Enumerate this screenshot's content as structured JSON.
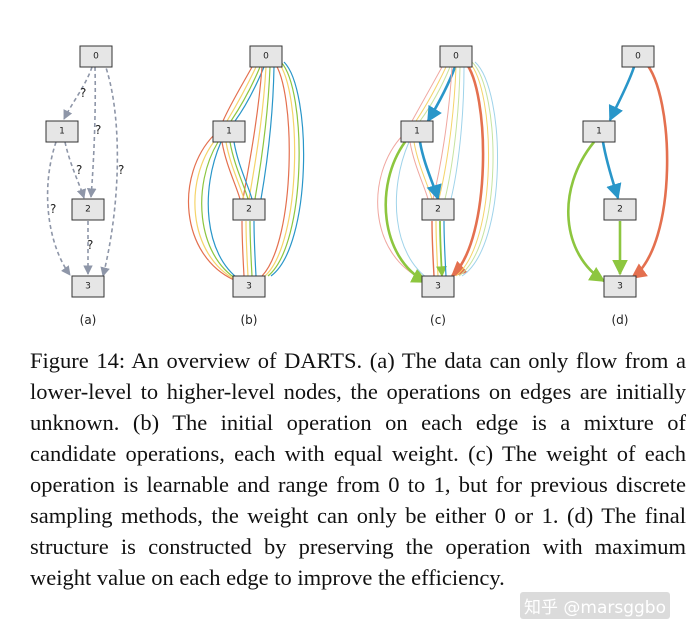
{
  "figure": {
    "node_labels": [
      "0",
      "1",
      "2",
      "3"
    ],
    "question_mark": "?",
    "panels": [
      {
        "id": "a",
        "label": "(a)"
      },
      {
        "id": "b",
        "label": "(b)"
      },
      {
        "id": "c",
        "label": "(c)"
      },
      {
        "id": "d",
        "label": "(d)"
      }
    ],
    "colors": {
      "unknown": "#8e96a8",
      "op_red": "#e4704f",
      "op_green": "#8dc63f",
      "op_blue": "#2996c9",
      "op_pink": "#f0a7a0",
      "op_yellow": "#f5d46a",
      "op_lightblue": "#9fd3ea"
    }
  },
  "caption": {
    "text": "Figure 14: An overview of DARTS. (a) The data can only flow from a lower-level to higher-level nodes, the operations on edges are initially unknown. (b) The initial operation on each edge is a mixture of candidate operations, each with equal weight. (c) The weight of each operation is learnable and range from 0 to 1, but for previous discrete sampling methods, the weight can only be either 0 or 1. (d) The final structure is constructed by preserving the operation with maximum weight value on each edge to improve the efficiency."
  },
  "watermark": {
    "text": "知乎 @marsggbo"
  }
}
